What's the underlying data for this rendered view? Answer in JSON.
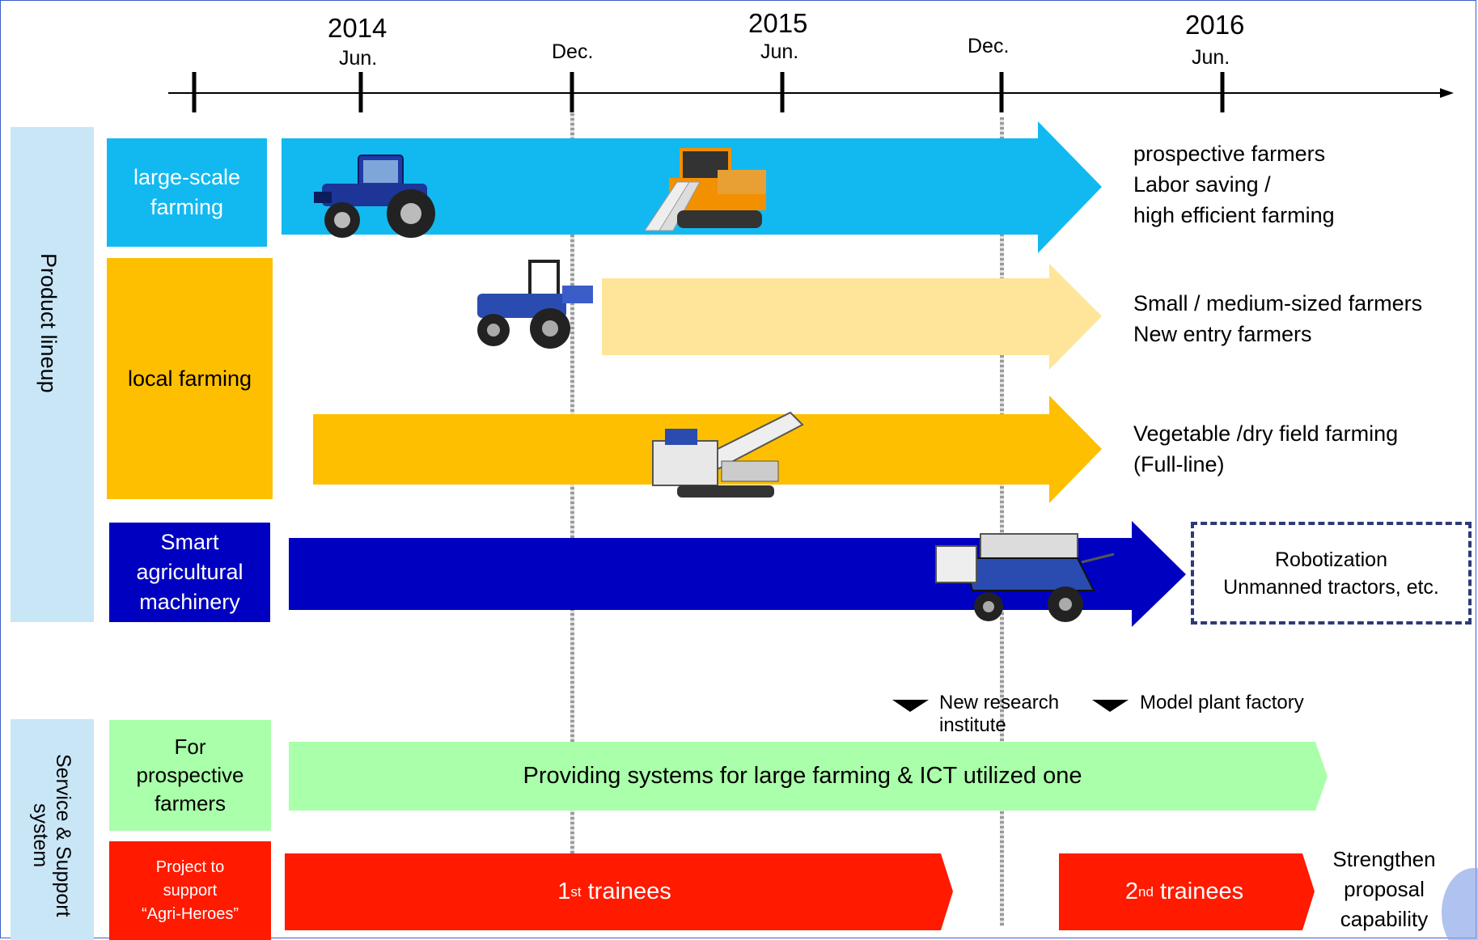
{
  "timeline": {
    "years": [
      "2014",
      "2015",
      "2016"
    ],
    "ticks": [
      "Jun.",
      "Dec.",
      "Jun.",
      "Dec.",
      "Jun."
    ]
  },
  "side_panels": {
    "product_lineup": "Product lineup",
    "service_support_line1": "Service & Support",
    "service_support_line2": "system"
  },
  "categories": {
    "large_scale": [
      "large-scale",
      "farming"
    ],
    "local": "local farming",
    "smart": [
      "Smart",
      "agricultural",
      "machinery"
    ],
    "prospective": [
      "For",
      "prospective",
      "farmers"
    ],
    "agri_heroes": [
      "Project to",
      "support",
      "“Agri-Heroes”"
    ]
  },
  "targets": {
    "large_scale": [
      "prospective farmers",
      "Labor saving /",
      "high efficient farming"
    ],
    "small_medium": [
      "Small / medium-sized farmers",
      "New entry farmers"
    ],
    "vegetable": [
      "Vegetable /dry field farming",
      "(Full-line)"
    ],
    "robotization": [
      "Robotization",
      "Unmanned tractors, etc."
    ]
  },
  "milestones": {
    "research": [
      "New research",
      "institute"
    ],
    "plant": "Model plant factory"
  },
  "service_rows": {
    "systems": "Providing systems for large farming & ICT utilized one",
    "first_num": "1",
    "first_sup": "st",
    "first_text": " trainees",
    "second_num": "2",
    "second_sup": "nd",
    "second_text": " trainees",
    "strengthen": [
      "Strengthen",
      "proposal",
      "capability"
    ]
  },
  "colors": {
    "large_scale": "#12b9f0",
    "local": "#fdbf00",
    "local_light": "#fee59a",
    "smart": "#0000c0",
    "green": "#aaffaa",
    "red": "#ff1a00"
  },
  "icons": [
    "tractor-icon",
    "combine-harvester-icon",
    "compact-tractor-icon",
    "vegetable-transplanter-icon",
    "robot-rice-transplanter-icon",
    "milestone-triangle-icon"
  ]
}
